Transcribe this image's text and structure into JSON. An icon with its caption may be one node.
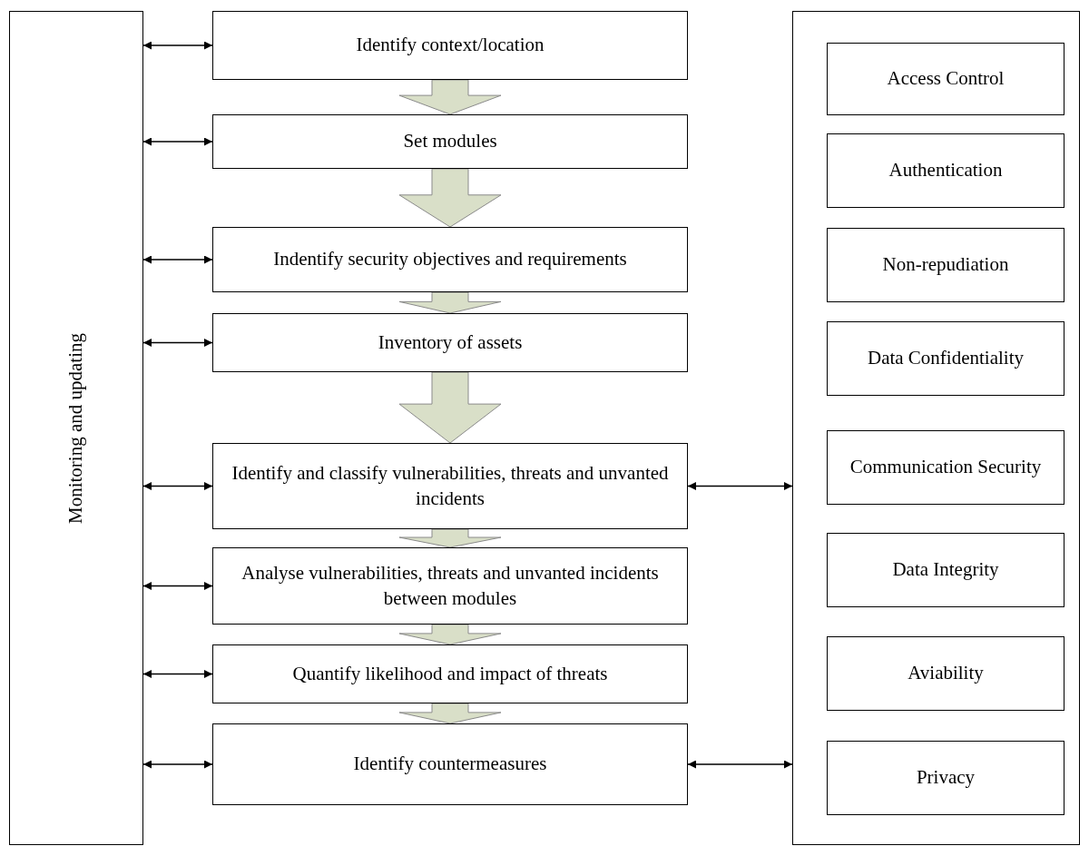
{
  "diagram": {
    "nodes": [
      {
        "text": [
          "Monitoring and updating"
        ]
      },
      {
        "text": [
          "Identify context/location"
        ]
      },
      {
        "text": [
          "Set modules"
        ]
      },
      {
        "text": [
          "Indentify security objectives and requirements"
        ]
      },
      {
        "text": [
          "Inventory of assets"
        ]
      },
      {
        "text": [
          "Identify and classify vulnerabilities, threats and unvanted incidents"
        ]
      },
      {
        "text": [
          "Analyse vulnerabilities, threats and unvanted incidents between modules"
        ]
      },
      {
        "text": [
          "Quantify likelihood and impact of threats"
        ]
      },
      {
        "text": [
          "Identify countermeasures"
        ]
      },
      {
        "text": [],
        "shape": "box"
      },
      {
        "text": [
          "Access Control"
        ],
        "in": 9
      },
      {
        "text": [
          "Authentication"
        ],
        "in": 9
      },
      {
        "text": [
          "Non-repudiation"
        ],
        "in": 9
      },
      {
        "text": [
          "Data Confidentiality"
        ],
        "in": 9
      },
      {
        "text": [
          "Communication Security"
        ],
        "in": 9
      },
      {
        "text": [
          "Data Integrity"
        ],
        "in": 9
      },
      {
        "text": [
          "Aviability"
        ],
        "in": 9
      },
      {
        "text": [
          "Privacy"
        ],
        "in": 9
      }
    ],
    "edges": [
      {
        "from": 0,
        "to": 1,
        "arrow": "both"
      },
      {
        "from": 1,
        "to": 2,
        "arrow": "to",
        "style": "thick",
        "color": "#d9dfc8"
      },
      {
        "from": 0,
        "to": 2,
        "arrow": "both"
      },
      {
        "from": 2,
        "to": 3,
        "arrow": "to",
        "style": "thick",
        "color": "#d9dfc8"
      },
      {
        "from": 0,
        "to": 3,
        "arrow": "both"
      },
      {
        "from": 3,
        "to": 4,
        "arrow": "to",
        "style": "thick",
        "color": "#d9dfc8"
      },
      {
        "from": 0,
        "to": 4,
        "arrow": "both"
      },
      {
        "from": 4,
        "to": 5,
        "arrow": "to",
        "style": "thick",
        "color": "#d9dfc8"
      },
      {
        "from": 0,
        "to": 5,
        "arrow": "both"
      },
      {
        "from": 5,
        "to": 9,
        "arrow": "both"
      },
      {
        "from": 5,
        "to": 6,
        "arrow": "to",
        "style": "thick",
        "color": "#d9dfc8"
      },
      {
        "from": 0,
        "to": 6,
        "arrow": "both"
      },
      {
        "from": 6,
        "to": 7,
        "arrow": "to",
        "style": "thick",
        "color": "#d9dfc8"
      },
      {
        "from": 0,
        "to": 7,
        "arrow": "both"
      },
      {
        "from": 7,
        "to": 8,
        "arrow": "to",
        "style": "thick",
        "color": "#d9dfc8"
      },
      {
        "from": 0,
        "to": 8,
        "arrow": "both"
      },
      {
        "from": 8,
        "to": 9,
        "arrow": "both"
      }
    ]
  }
}
